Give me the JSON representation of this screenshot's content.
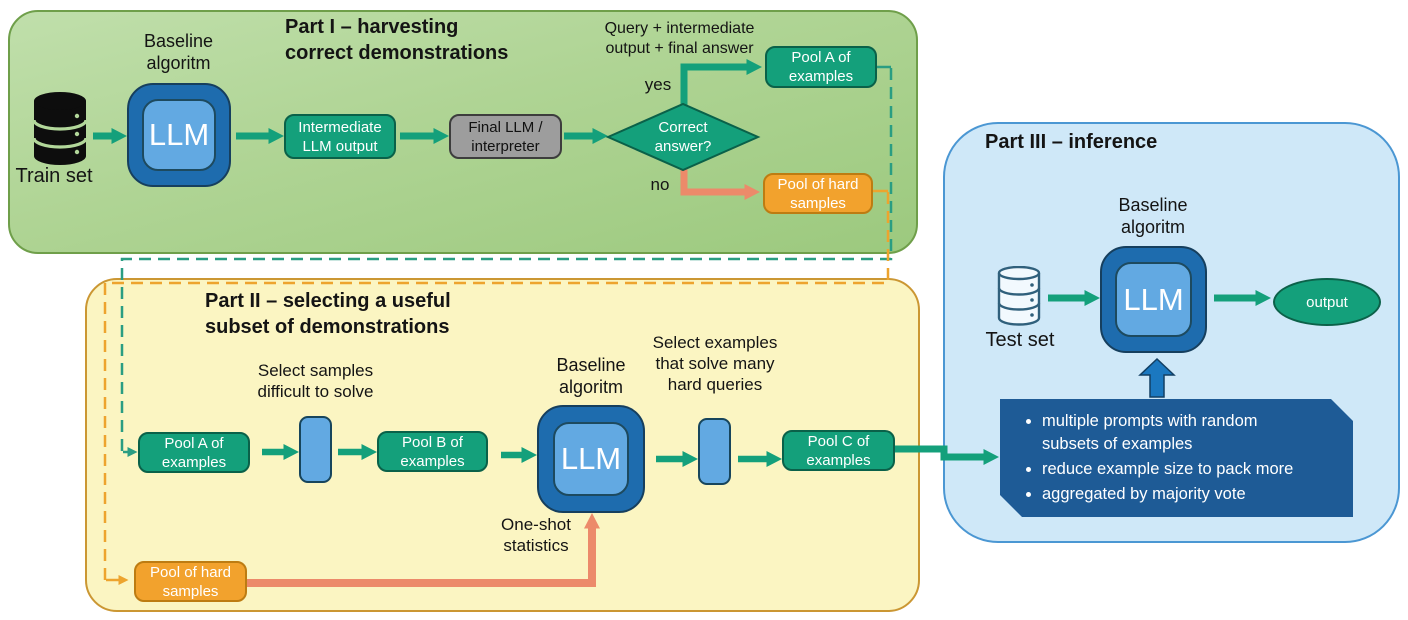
{
  "part1": {
    "title": "Part I – harvesting\ncorrect demonstrations",
    "train_set_label": "Train set",
    "baseline_label": "Baseline\nalgoritm",
    "llm_label": "LLM",
    "intermediate_box": "Intermediate\nLLM output",
    "final_box": "Final LLM /\ninterpreter",
    "annotation": "Query + intermediate\noutput + final answer",
    "decision": "Correct\nanswer?",
    "yes_label": "yes",
    "no_label": "no",
    "pool_a_box": "Pool A of\nexamples",
    "pool_hard_box": "Pool of hard\nsamples"
  },
  "part2": {
    "title": "Part II – selecting a useful\nsubset of demonstrations",
    "pool_a_box": "Pool A of\nexamples",
    "filter1_label": "Select samples\ndifficult to solve",
    "pool_b_box": "Pool B of\nexamples",
    "baseline_label": "Baseline\nalgoritm",
    "llm_label": "LLM",
    "one_shot_label": "One-shot\nstatistics",
    "filter2_label": "Select examples\nthat solve many\nhard queries",
    "pool_c_box": "Pool C of\nexamples",
    "pool_hard_box": "Pool of hard\nsamples"
  },
  "part3": {
    "title": "Part III – inference",
    "test_set_label": "Test set",
    "baseline_label": "Baseline\nalgoritm",
    "llm_label": "LLM",
    "output_label": "output",
    "bullets": [
      "multiple prompts with random subsets of examples",
      "reduce example size to pack more",
      "aggregated by majority vote"
    ]
  },
  "colors": {
    "teal": "#14a07b",
    "salmon": "#ec8a6a",
    "orange_box": "#f2a22d",
    "orange_dash": "#eda42e",
    "llm_outer_blue": "#1e6cae",
    "llm_inner_blue": "#62a9e2",
    "bullet_box_blue": "#1e5b96",
    "panel_green": "#afd494",
    "panel_yellow": "#fbf5c2",
    "panel_blue": "#cfe8f8",
    "gray_box": "#9d9d9d"
  }
}
